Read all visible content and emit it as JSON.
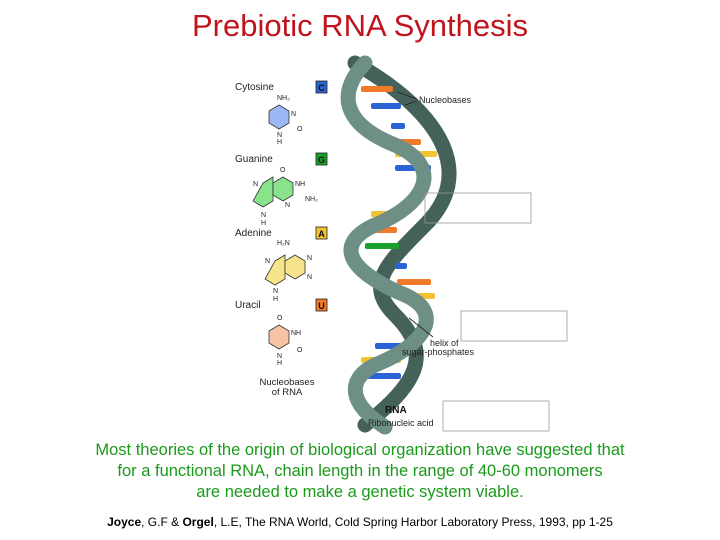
{
  "title": "Prebiotic RNA Synthesis",
  "bases": [
    {
      "name": "Cytosine",
      "letter": "C",
      "color": "#2a63d6"
    },
    {
      "name": "Guanine",
      "letter": "G",
      "color": "#1aa02a"
    },
    {
      "name": "Adenine",
      "letter": "A",
      "color": "#f2c230"
    },
    {
      "name": "Uracil",
      "letter": "U",
      "color": "#f07a2a"
    }
  ],
  "atom_labels": {
    "nh2": "NH₂",
    "o": "O",
    "n": "N",
    "h": "H",
    "nh": "NH",
    "h2n": "H₂N"
  },
  "ring_colors": {
    "cytosine": "#9db8f5",
    "guanine": "#88e38a",
    "adenine": "#f7e48a",
    "uracil": "#f7c2a6"
  },
  "labels": {
    "nucleobases": "Nucleobases",
    "helix_line1": "helix of",
    "helix_line2": "sugar-phosphates",
    "caption_line1": "Nucleobases",
    "caption_line2": "of RNA",
    "rna_title": "RNA",
    "rna_subtitle": "Ribonucleic acid"
  },
  "helix_color": "#5f8076",
  "blurb": {
    "line1": "Most theories of the origin of biological organization have suggested that",
    "line2": "for a functional RNA, chain length in the range of 40-60 monomers",
    "line3": "are needed to make a genetic system viable."
  },
  "citation": {
    "author1": "Joyce",
    "part1": ", G.F & ",
    "author2": "Orgel",
    "part2": ", L.E, The RNA World, Cold Spring Harbor Laboratory Press, 1993, pp 1-25"
  }
}
